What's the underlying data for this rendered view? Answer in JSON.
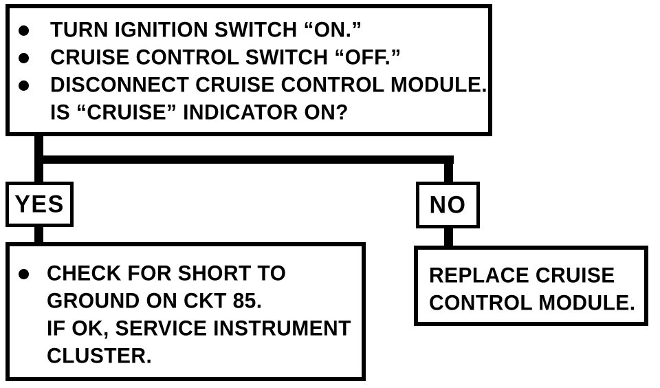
{
  "colors": {
    "ink": "#000000",
    "paper": "#ffffff"
  },
  "flowchart": {
    "procedure_box": {
      "steps": [
        "TURN IGNITION SWITCH “ON.”",
        "CRUISE CONTROL SWITCH “OFF.”",
        "DISCONNECT CRUISE CONTROL MODULE."
      ],
      "question": "IS “CRUISE” INDICATOR ON?"
    },
    "branches": {
      "yes": {
        "label": "YES",
        "result_lines": [
          "CHECK FOR SHORT TO",
          "GROUND ON CKT 85.",
          "IF OK, SERVICE INSTRUMENT",
          "CLUSTER."
        ]
      },
      "no": {
        "label": "NO",
        "result_lines": [
          "REPLACE CRUISE",
          "CONTROL MODULE."
        ]
      }
    }
  }
}
